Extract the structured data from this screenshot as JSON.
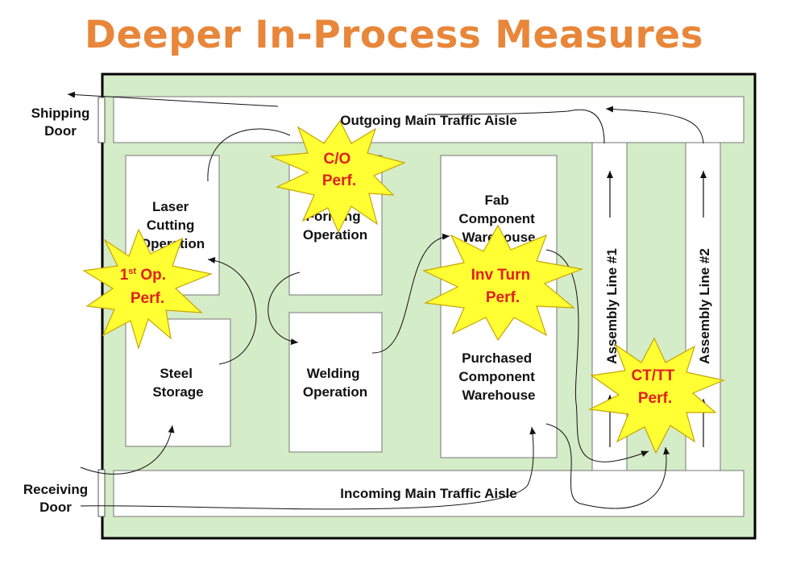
{
  "title": "Deeper In-Process Measures",
  "doors": {
    "shipping_line1": "Shipping",
    "shipping_line2": "Door",
    "receiving_line1": "Receiving",
    "receiving_line2": "Door"
  },
  "aisles": {
    "outgoing": "Outgoing Main Traffic Aisle",
    "incoming": "Incoming Main Traffic Aisle"
  },
  "areas": {
    "laser": [
      "Laser",
      "Cutting",
      "Operation"
    ],
    "steel": [
      "Steel",
      "Storage"
    ],
    "forming": [
      "Forming",
      "Operation"
    ],
    "welding": [
      "Welding",
      "Operation"
    ],
    "fab": [
      "Fab",
      "Component",
      "Warehouse"
    ],
    "purchased": [
      "Purchased",
      "Component",
      "Warehouse"
    ]
  },
  "lines": {
    "line1": "Assembly Line #1",
    "line2": "Assembly Line #2"
  },
  "measures": {
    "co": [
      "C/O",
      "Perf."
    ],
    "first_op_main": "1",
    "first_op_sup": "st",
    "first_op_rest": " Op.",
    "first_op_line2": "Perf.",
    "inv": [
      "Inv Turn",
      "Perf."
    ],
    "cttt": [
      "CT/TT",
      "Perf."
    ]
  },
  "colors": {
    "title": "#e8863a",
    "floor": "#d4ecc8",
    "burst_fill": "#ffff33",
    "burst_text": "#e0201c"
  }
}
